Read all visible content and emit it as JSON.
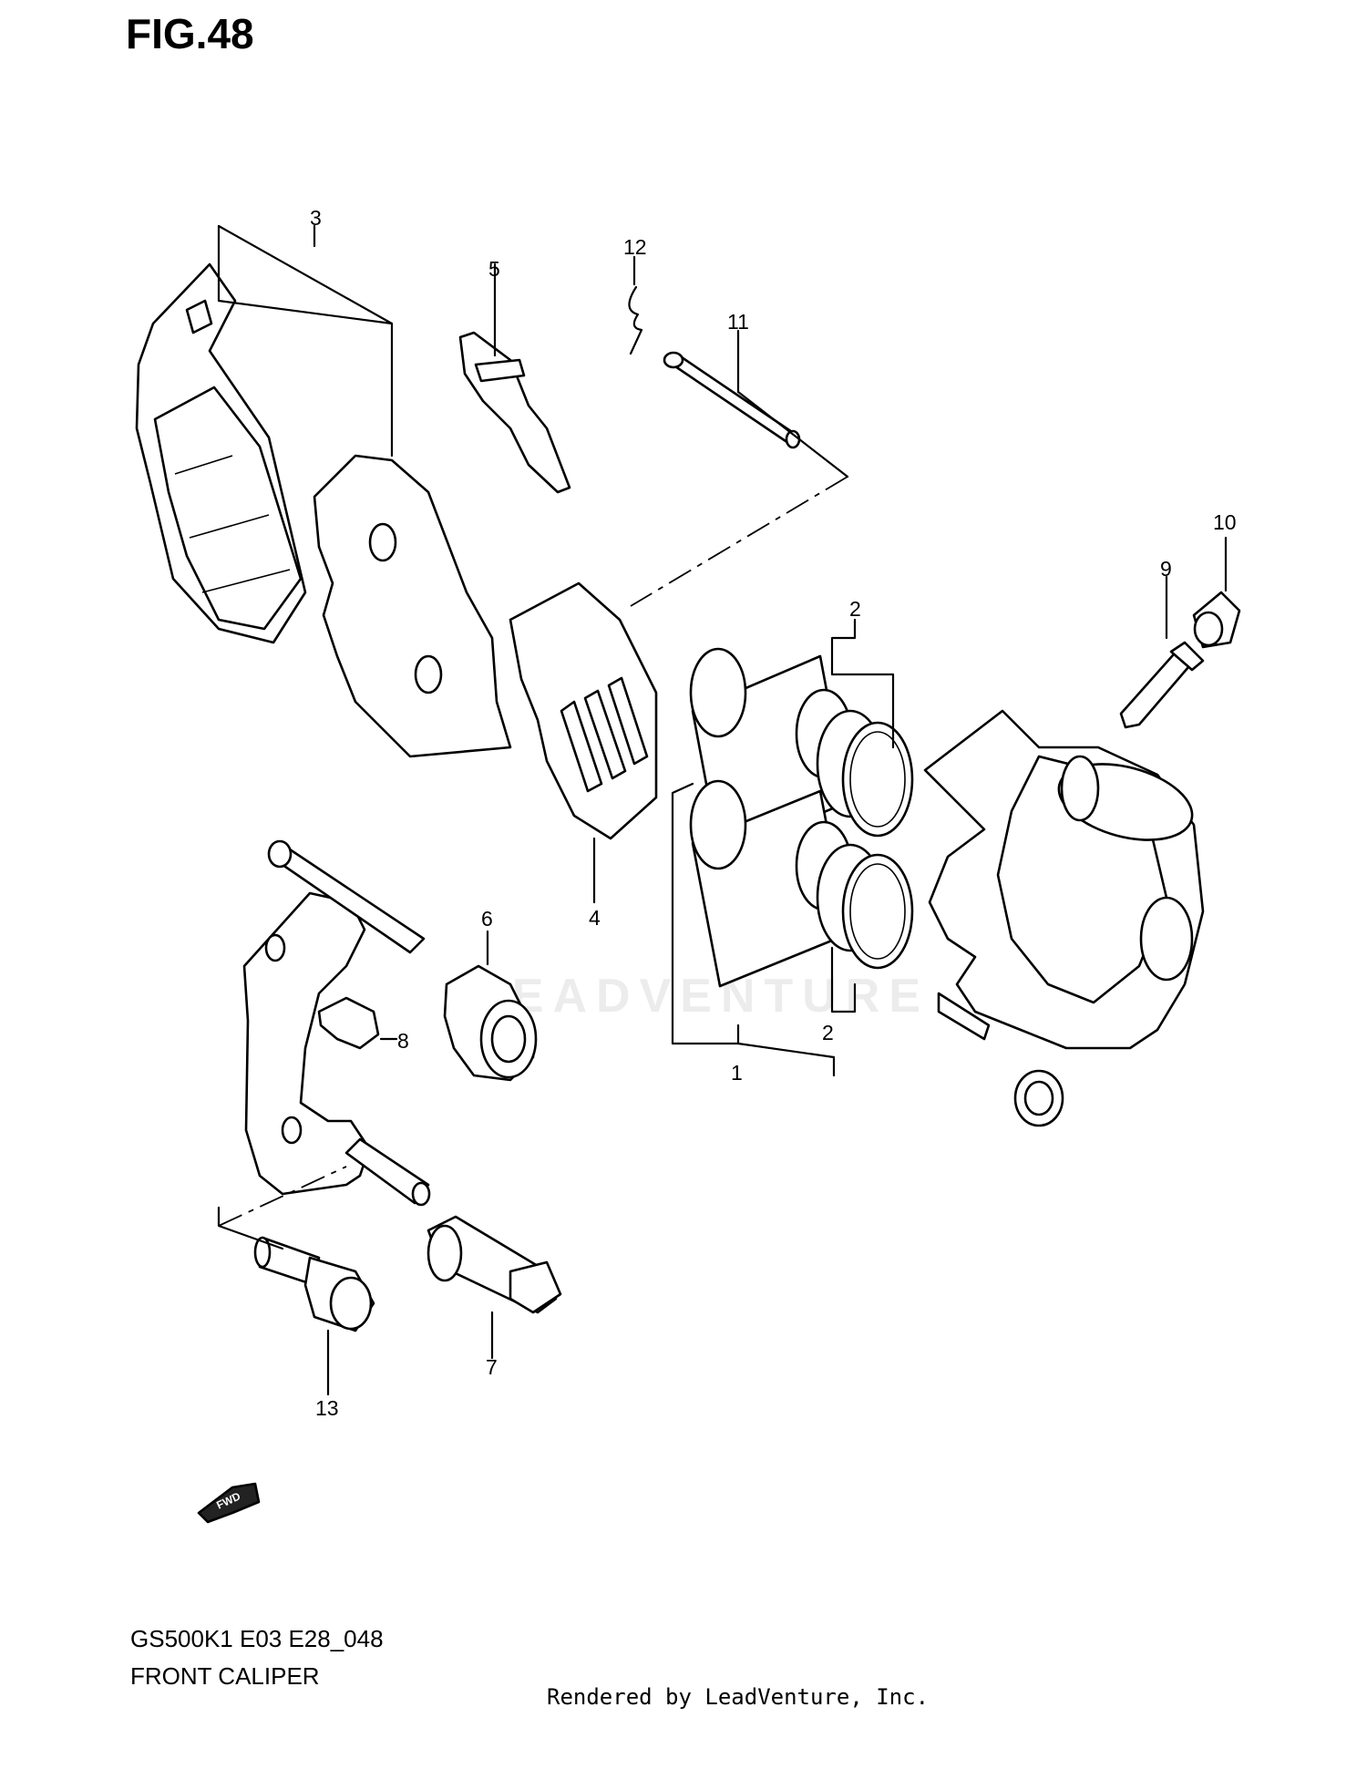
{
  "figure_title": "FIG.48",
  "callouts": [
    "1",
    "2",
    "2",
    "3",
    "4",
    "5",
    "6",
    "7",
    "8",
    "9",
    "10",
    "11",
    "12",
    "13"
  ],
  "watermark": "LEADVENTURE",
  "fwd_label": "FWD",
  "footer": {
    "code": "GS500K1 E03 E28_048",
    "caption": "FRONT CALIPER",
    "rendered_by": "Rendered by LeadVenture, Inc."
  }
}
